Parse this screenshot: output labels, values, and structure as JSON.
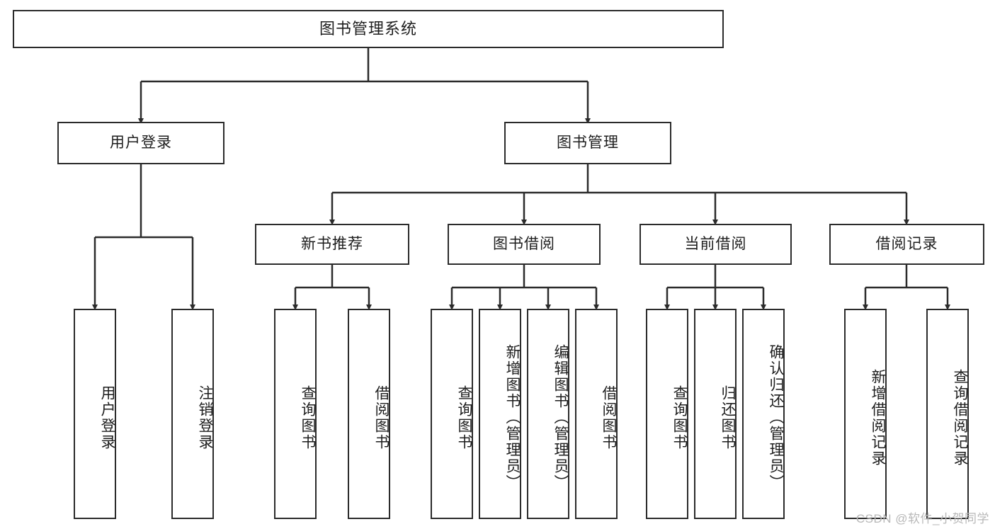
{
  "diagram": {
    "title": "图书管理系统",
    "type": "tree-hierarchy-chart",
    "root": {
      "label": "图书管理系统"
    },
    "level2": [
      {
        "label": "用户登录"
      },
      {
        "label": "图书管理"
      }
    ],
    "level3": [
      {
        "label": "新书推荐"
      },
      {
        "label": "图书借阅"
      },
      {
        "label": "当前借阅"
      },
      {
        "label": "借阅记录"
      }
    ],
    "leaves": [
      {
        "label": "用户登录"
      },
      {
        "label": "注销登录"
      },
      {
        "label": "查询图书"
      },
      {
        "label": "借阅图书"
      },
      {
        "label": "查询图书"
      },
      {
        "label": "新增图书（管理员）"
      },
      {
        "label": "编辑图书（管理员）"
      },
      {
        "label": "借阅图书"
      },
      {
        "label": "查询图书"
      },
      {
        "label": "归还图书"
      },
      {
        "label": "确认归还（管理员）"
      },
      {
        "label": "新增借阅记录"
      },
      {
        "label": "查询借阅记录"
      }
    ]
  },
  "watermark": {
    "text": "CSDN @软件_小贺同学"
  },
  "colors": {
    "stroke": "#2b2b2b",
    "background": "#ffffff",
    "text": "#1d1d1d",
    "watermark": "#b8b8b8"
  }
}
